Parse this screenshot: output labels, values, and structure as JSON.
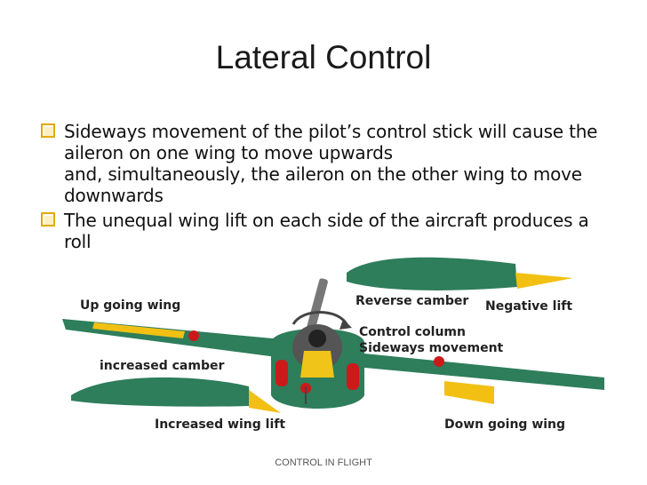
{
  "slide": {
    "title": "Lateral Control",
    "bullets": [
      {
        "lines": [
          "Sideways movement of the pilot’s control stick will cause the",
          "aileron on one wing to move upwards",
          "and, simultaneously, the aileron on the other wing to move",
          "downwards"
        ]
      },
      {
        "lines": [
          "The unequal wing lift on each side of the aircraft produces a",
          "roll"
        ]
      }
    ],
    "footer": "CONTROL IN FLIGHT"
  },
  "diagram": {
    "labels": {
      "up_going_wing": "Up going wing",
      "reverse_camber": "Reverse camber",
      "negative_lift": "Negative lift",
      "control_column": "Control column",
      "sideways_movement": "Sideways movement",
      "increased_camber": "increased camber",
      "increased_wing_lift": "Increased wing lift",
      "down_going_wing": "Down going wing"
    },
    "colors": {
      "airfoil_green": "#2e7d5b",
      "aileron_yellow": "#f2c012",
      "wheel_red": "#cc1a1a",
      "pilot_yellow": "#f0c419",
      "bullet_box": "#e0a800"
    }
  }
}
